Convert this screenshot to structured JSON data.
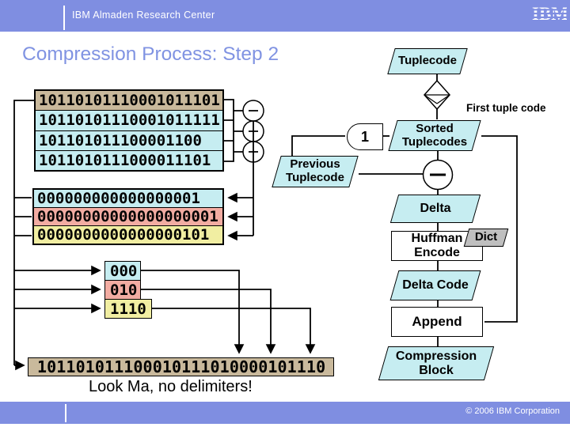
{
  "header": {
    "title": "IBM Almaden Research Center",
    "logo_text": "IBM"
  },
  "title": "Compression Process: Step 2",
  "diagram": {
    "tuplecode_rows": [
      {
        "bits": "10110101110001011101",
        "color": "#C9B99C"
      },
      {
        "bits": "10110101110001011111",
        "color": "#C6EDF1"
      },
      {
        "bits": "101101011100001100",
        "color": "#C6EDF1"
      },
      {
        "bits": "1011010111000011101",
        "color": "#C6EDF1"
      }
    ],
    "delta_rows": [
      {
        "bits": "000000000000000001",
        "color": "#C6EDF1"
      },
      {
        "bits": "00000000000000000001",
        "color": "#F2ACA2"
      },
      {
        "bits": "0000000000000000101",
        "color": "#F1EEA2"
      }
    ],
    "huffman_codes": [
      {
        "bits": "000",
        "color": "#C6EDF1"
      },
      {
        "bits": "010",
        "color": "#F2ACA2"
      },
      {
        "bits": "1110",
        "color": "#F1EEA2"
      }
    ],
    "output_bits": "101101011100010111010000101110",
    "caption": "Look Ma, no delimiters!"
  },
  "flow": {
    "tuplecode": "Tuplecode",
    "first_tuple_code": "First tuple code",
    "selector": "1",
    "sorted_line1": "Sorted",
    "sorted_line2": "Tuplecodes",
    "previous_line1": "Previous",
    "previous_line2": "Tuplecode",
    "delta": "Delta",
    "huffman_line1": "Huffman",
    "huffman_line2": "Encode",
    "dict": "Dict",
    "delta_code": "Delta Code",
    "append": "Append",
    "compression_line1": "Compression",
    "compression_line2": "Block"
  },
  "footer": {
    "copyright": "© 2006 IBM Corporation"
  },
  "colors": {
    "header_blue": "#7F8EE1",
    "title_blue": "#8093E2",
    "cyan": "#C6EDF1",
    "tan": "#C9B99C",
    "salmon": "#F2ACA2",
    "yellow": "#F1EEA2",
    "dict_gray": "#BFBFBF",
    "line_black": "#000000"
  }
}
